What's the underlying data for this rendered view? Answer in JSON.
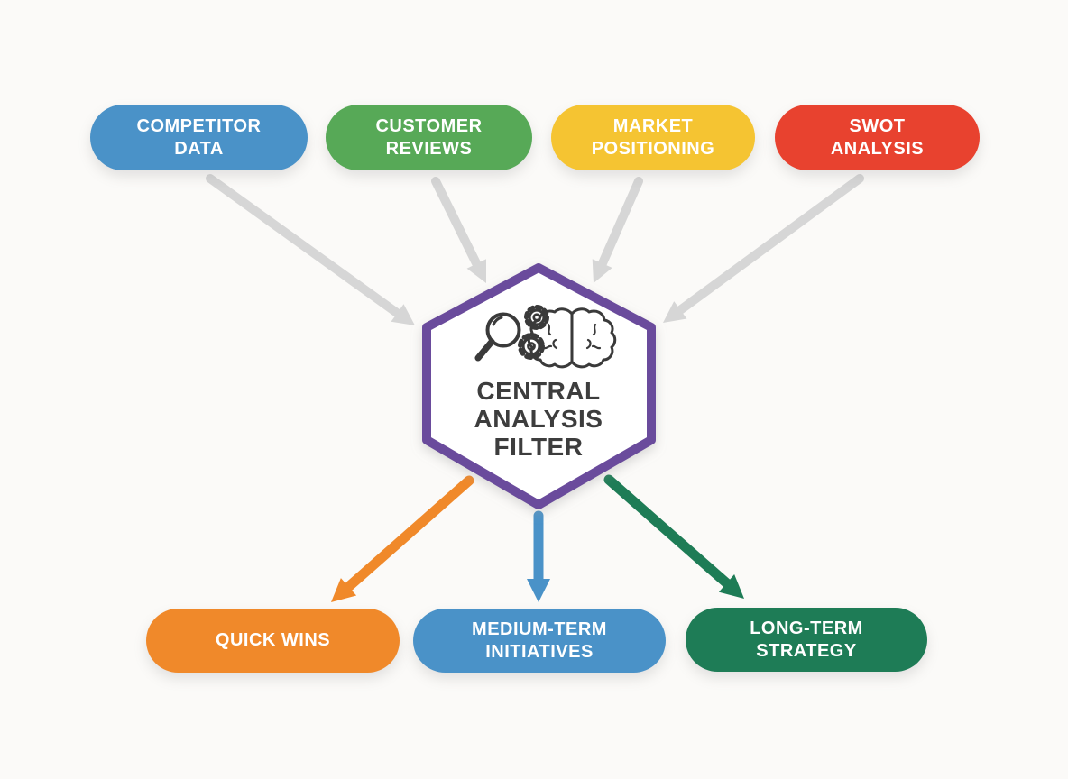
{
  "colors": {
    "background": "#fbfaf8",
    "white": "#ffffff",
    "blue": "#4a92c8",
    "green": "#57a957",
    "yellow": "#f5c432",
    "red": "#e8422f",
    "orange": "#f0892a",
    "dark_green": "#1e7c56",
    "purple": "#6a4b9c",
    "arrow_gray": "#d6d6d6",
    "icon": "#3a3a3a",
    "center_text": "#3d3d3d"
  },
  "inputs": [
    {
      "label": "COMPETITOR\nDATA",
      "color": "#4a92c8"
    },
    {
      "label": "CUSTOMER\nREVIEWS",
      "color": "#57a957"
    },
    {
      "label": "MARKET\nPOSITIONING",
      "color": "#f5c432"
    },
    {
      "label": "SWOT\nANALYSIS",
      "color": "#e8422f"
    }
  ],
  "center": {
    "label": "CENTRAL\nANALYSIS\nFILTER",
    "icons": [
      "magnifier-icon",
      "gear-icon",
      "brain-icon"
    ]
  },
  "outputs": [
    {
      "label": "QUICK WINS",
      "color": "#f0892a"
    },
    {
      "label": "MEDIUM-TERM\nINITIATIVES",
      "color": "#4a92c8"
    },
    {
      "label": "LONG-TERM\nSTRATEGY",
      "color": "#1e7c56"
    }
  ]
}
